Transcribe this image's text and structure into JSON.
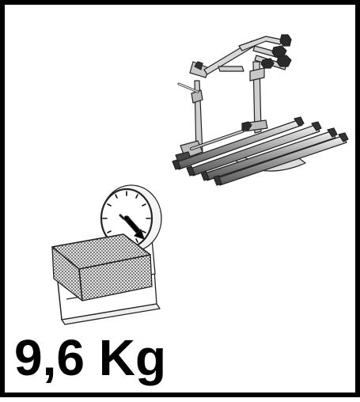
{
  "weight": {
    "label": "9,6 Kg"
  },
  "illustration": {
    "rack": "bike-carrier-rack",
    "scale": "weighing-scale"
  },
  "colors": {
    "ink": "#000000",
    "background": "#ffffff"
  }
}
